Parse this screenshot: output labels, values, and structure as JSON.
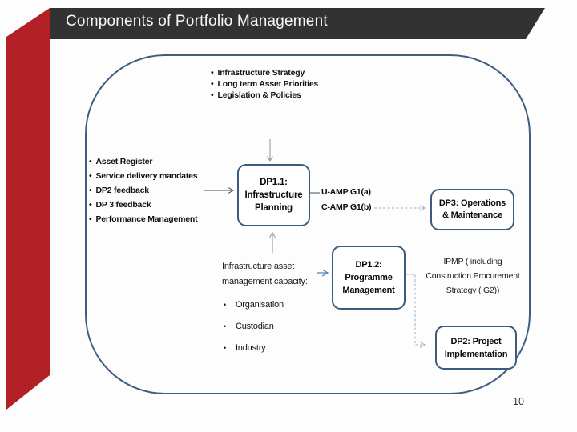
{
  "page": {
    "title": "Components of Portfolio Management",
    "page_number": "10"
  },
  "ui": {
    "bullet_char": "•",
    "colors": {
      "ribbon_red": "#b32025",
      "header_bg": "#323232",
      "box_border": "#3d5c7d",
      "container_border": "#3e5d7f",
      "dashed_connector": "#9ab0c6",
      "solid_connector": "#3f4f63",
      "blue_connector": "#4f81bd"
    }
  },
  "diagram": {
    "top_inputs": {
      "items": [
        "Infrastructure Strategy",
        "Long term Asset Priorities",
        "Legislation & Policies"
      ]
    },
    "left_inputs": {
      "items": [
        "Asset Register",
        "Service delivery mandates",
        "DP2 feedback",
        "DP 3 feedback",
        "Performance Management"
      ]
    },
    "boxes": {
      "dp11": {
        "lines": [
          "DP1.1:",
          "Infrastructure",
          "Planning"
        ]
      },
      "dp3": {
        "lines": [
          "DP3: Operations",
          "& Maintenance"
        ]
      },
      "dp12": {
        "lines": [
          "DP1.2:",
          "Programme",
          "Management"
        ]
      },
      "dp2": {
        "lines": [
          "DP2: Project",
          "Implementation"
        ]
      }
    },
    "labels": {
      "uamp": "U-AMP G1(a)",
      "camp": "C-AMP G1(b)",
      "ipmp_lines": [
        "IPMP ( including",
        "Construction Procurement",
        "Strategy ( G2))"
      ]
    },
    "capacity": {
      "heading_lines": [
        "Infrastructure asset",
        "management capacity:"
      ],
      "items": [
        "Organisation",
        "Custodian",
        "Industry"
      ]
    }
  }
}
